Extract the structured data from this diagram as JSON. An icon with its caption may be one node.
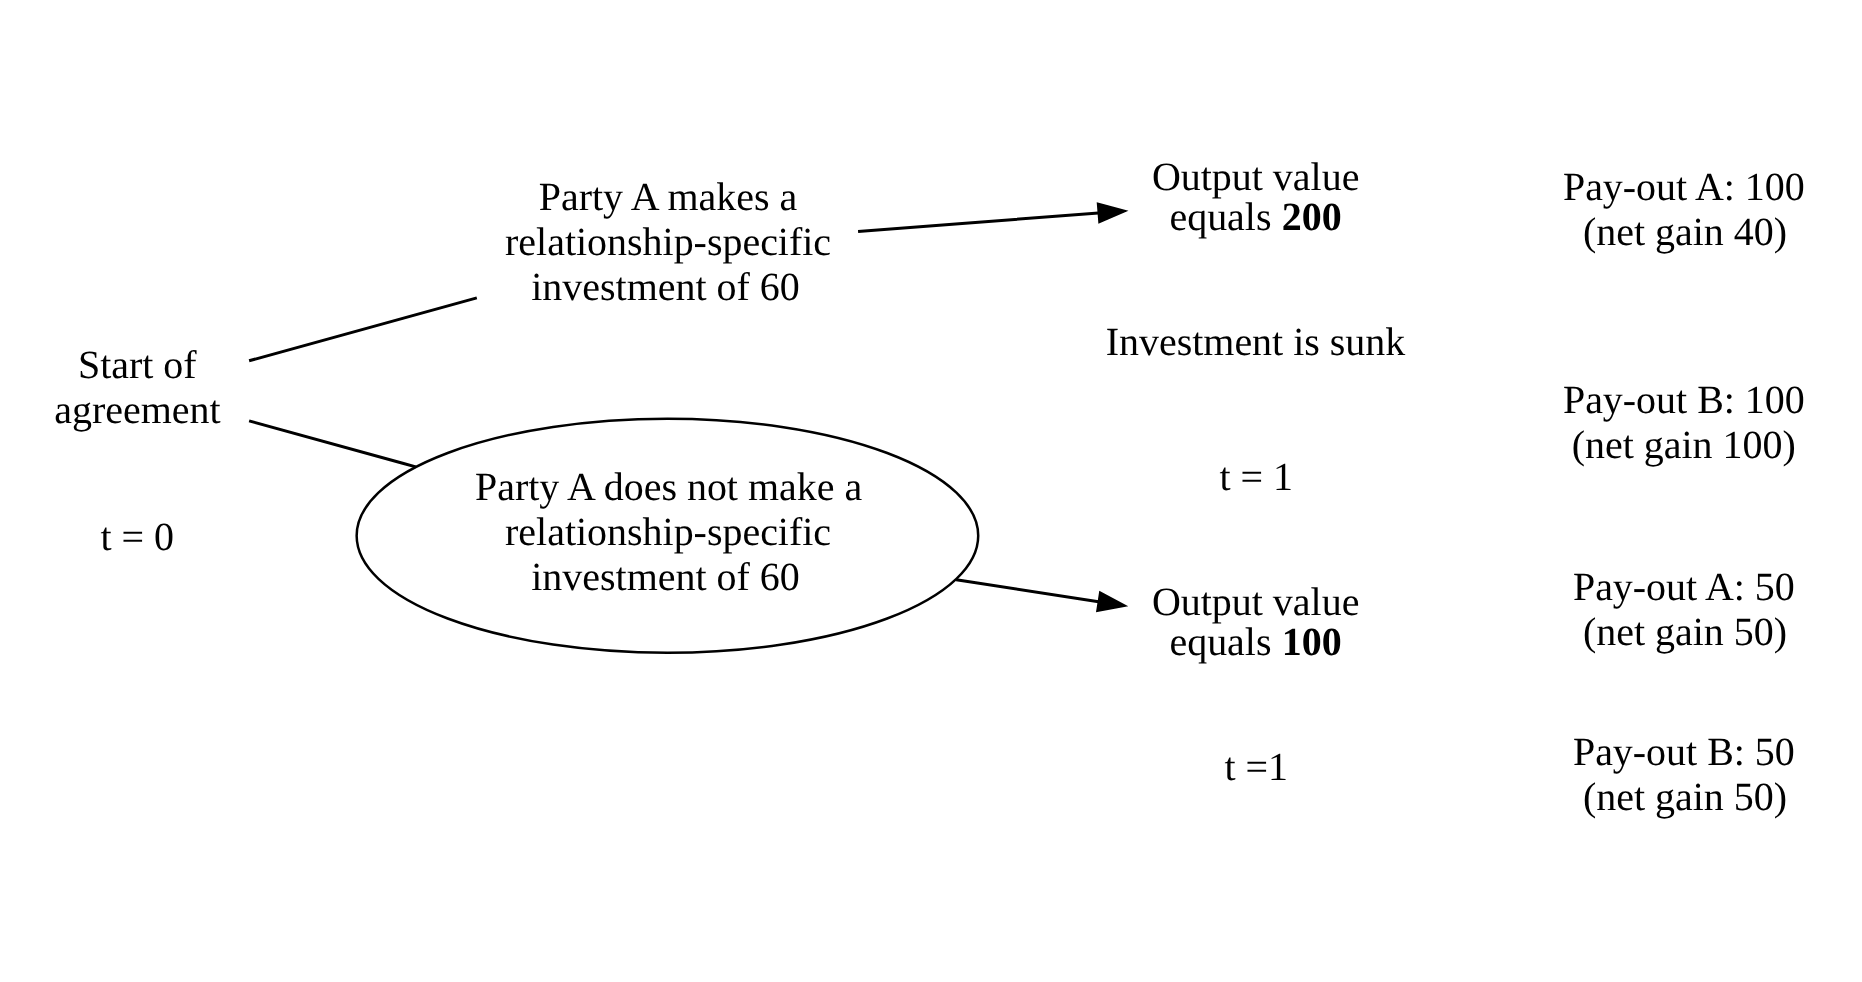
{
  "diagram": {
    "nodes": [
      {
        "text": [
          "Start of agreement"
        ],
        "beside": [
          "t = 0"
        ]
      },
      {
        "text": [
          "Party A makes a relationship-specific investment of 60"
        ]
      },
      {
        "text": [
          "Output value equals **200**"
        ],
        "beside": [
          "Investment is sunk",
          "t = 1"
        ]
      },
      {
        "text": [
          "Pay-out A: 100 (net gain 40)"
        ]
      },
      {
        "text": [
          "Pay-out B: 100 (net gain 100)"
        ]
      },
      {
        "text": [
          "Party A does not make a relationship-specific investment of 60"
        ]
      },
      {
        "text": [
          "Output value equals **100**"
        ],
        "beside": [
          "t =1"
        ]
      },
      {
        "text": [
          "Pay-out A: 50 (net gain 50)"
        ]
      },
      {
        "text": [
          "Pay-out B: 50 (net gain 50)"
        ]
      }
    ],
    "edges": [
      {
        "from": 0,
        "to": 1,
        "arrow": "none"
      },
      {
        "from": 0,
        "to": 5,
        "arrow": "none"
      },
      {
        "from": 1,
        "to": 2,
        "arrow": "to"
      },
      {
        "from": 5,
        "to": 6,
        "arrow": "to"
      }
    ]
  }
}
